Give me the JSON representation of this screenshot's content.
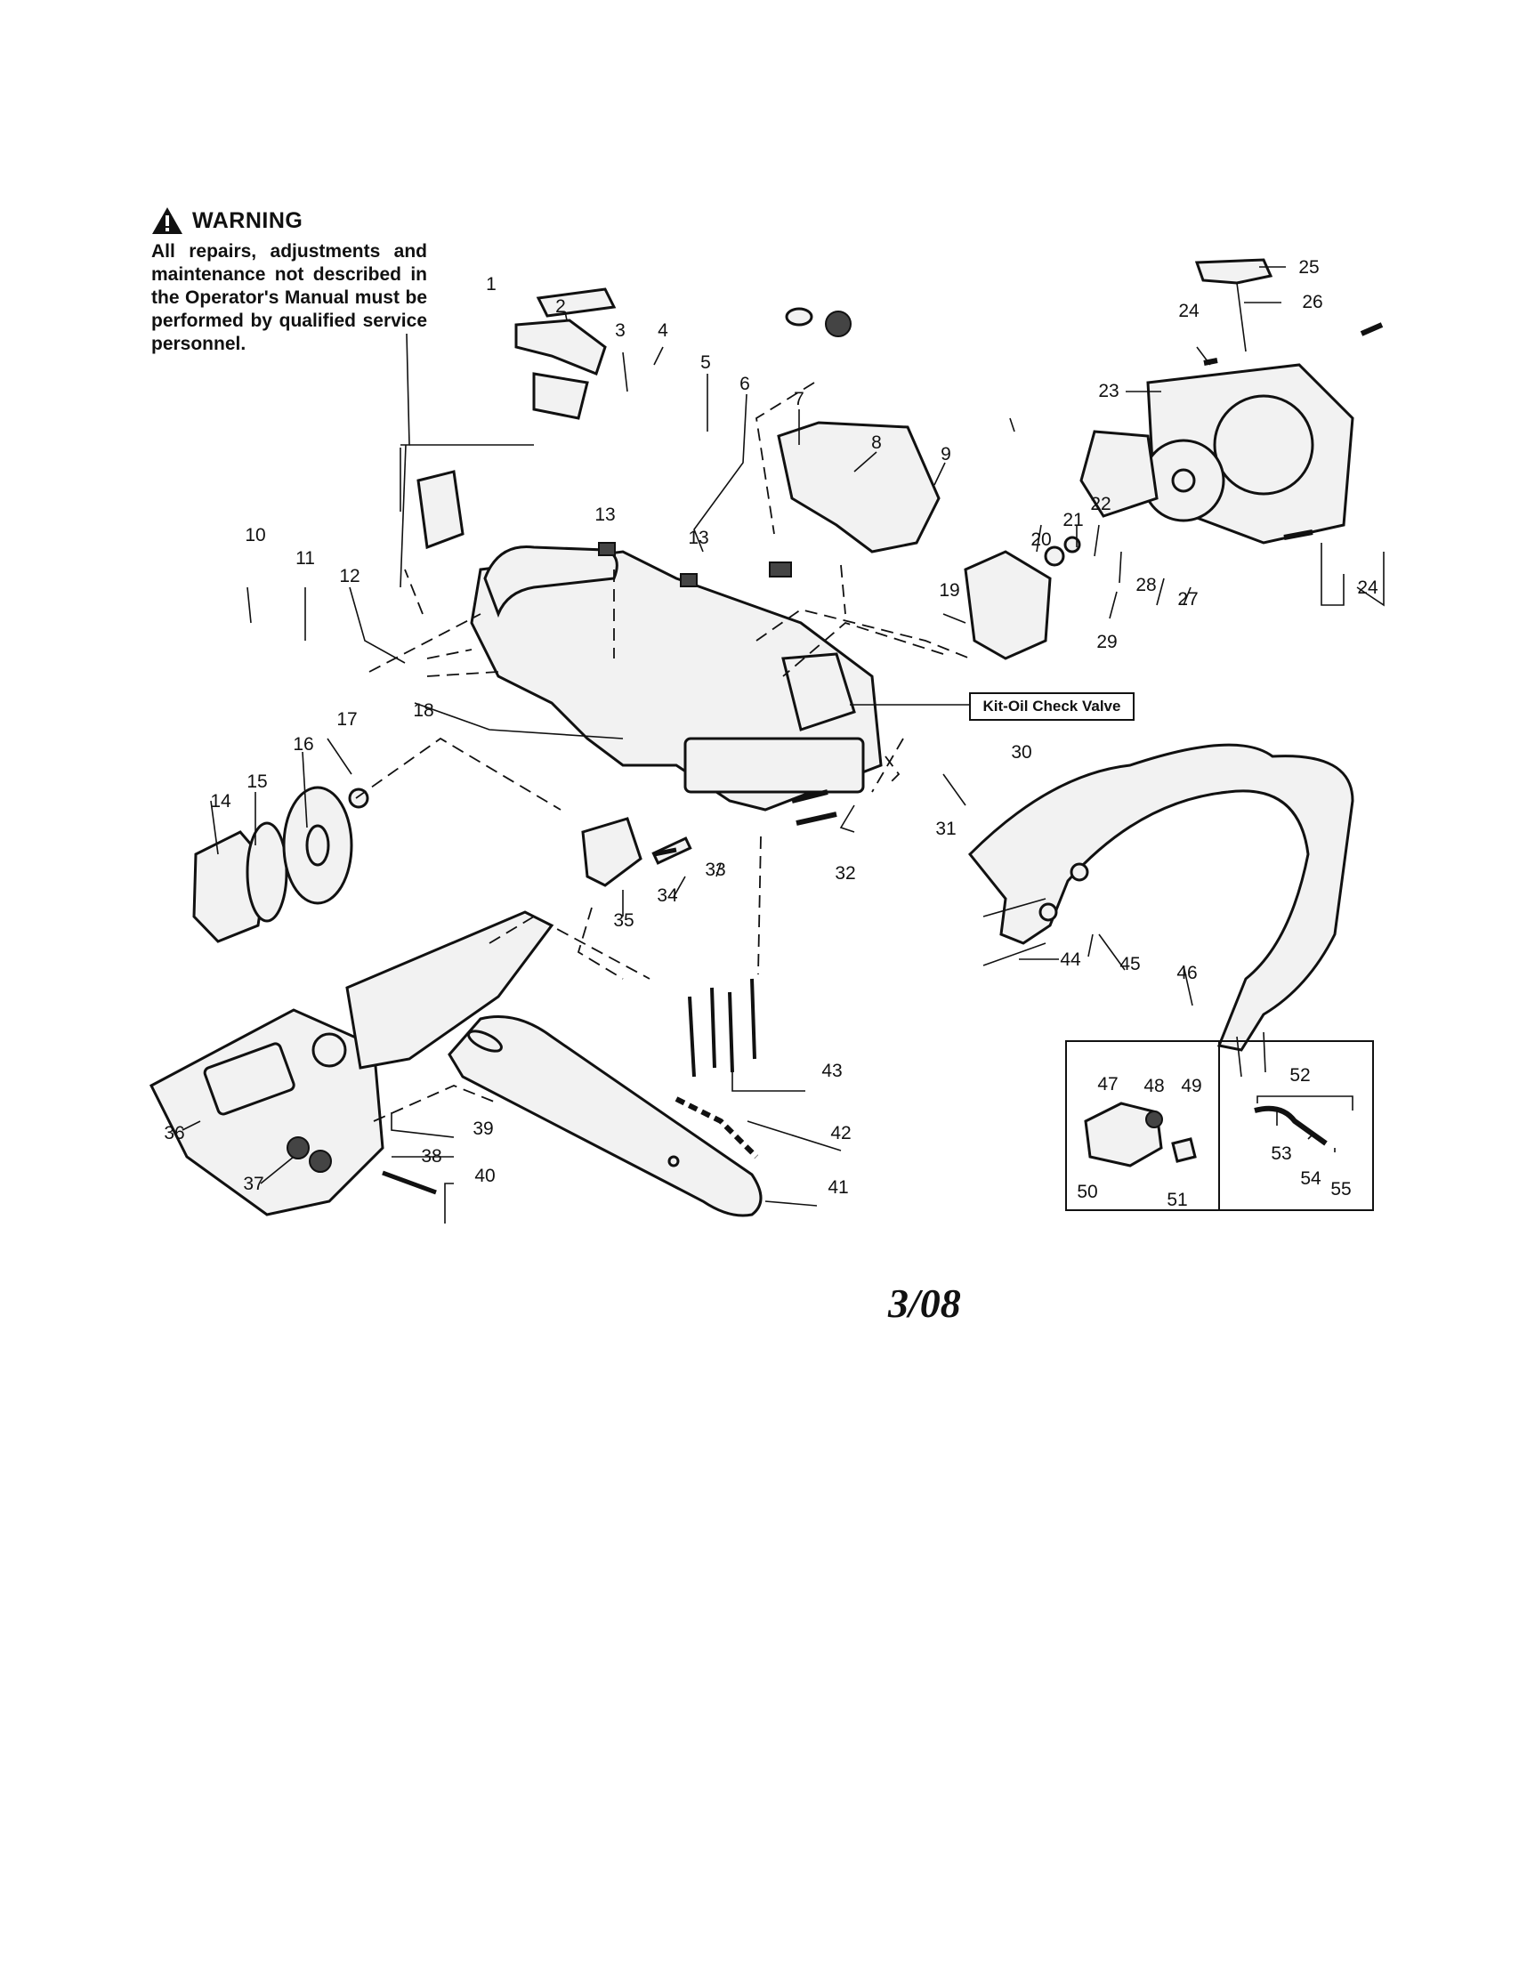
{
  "warning": {
    "heading": "WARNING",
    "body": "All repairs, adjustments and maintenance not described in the Operator's Manual must be performed by qualified service personnel."
  },
  "callout_box": {
    "text": "Kit-Oil Check Valve"
  },
  "footer": {
    "date": "3/08"
  },
  "part_numbers": [
    "1",
    "2",
    "3",
    "4",
    "5",
    "6",
    "7",
    "8",
    "9",
    "10",
    "11",
    "12",
    "13",
    "13",
    "14",
    "15",
    "16",
    "17",
    "18",
    "19",
    "20",
    "21",
    "22",
    "23",
    "24",
    "24",
    "25",
    "26",
    "27",
    "28",
    "29",
    "30",
    "31",
    "32",
    "33",
    "34",
    "35",
    "36",
    "37",
    "38",
    "39",
    "40",
    "41",
    "42",
    "43",
    "44",
    "45",
    "46",
    "47",
    "48",
    "49",
    "50",
    "51",
    "52",
    "53",
    "54",
    "55"
  ]
}
